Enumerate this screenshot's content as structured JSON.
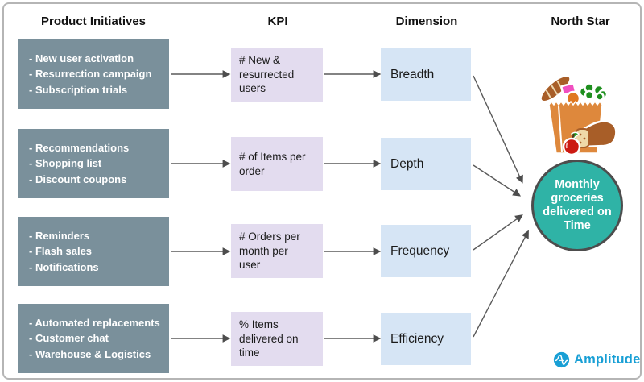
{
  "header": {
    "columns": [
      "Product Initiatives",
      "KPI",
      "Dimension",
      "North Star"
    ]
  },
  "rows": [
    {
      "initiatives": [
        "- New user activation",
        "- Resurrection campaign",
        "- Subscription trials"
      ],
      "kpi": "# New &\nresurrected\nusers",
      "dimension": "Breadth"
    },
    {
      "initiatives": [
        "- Recommendations",
        "- Shopping list",
        "- Discount coupons"
      ],
      "kpi": "# of Items per\norder",
      "dimension": "Depth"
    },
    {
      "initiatives": [
        "- Reminders",
        "- Flash sales",
        "- Notifications"
      ],
      "kpi": "# Orders per\nmonth per\nuser",
      "dimension": "Frequency"
    },
    {
      "initiatives": [
        "- Automated replacements",
        "- Customer chat",
        "- Warehouse & Logistics"
      ],
      "kpi": "% Items\ndelivered on\ntime",
      "dimension": "Efficiency"
    }
  ],
  "north_star": {
    "label": "Monthly\ngroceries\ndelivered on\nTime",
    "icon": "grocery-bag-icon"
  },
  "branding": {
    "logo_text": "Amplitude"
  },
  "colors": {
    "initiative_box": "#7A909B",
    "kpi_box": "#E3DCEF",
    "dimension_box": "#D6E5F5",
    "north_star_circle": "#2FB3A6",
    "circle_border": "#4D4D4D",
    "arrow": "#555555",
    "logo_blue": "#189FD5",
    "bag_orange": "#DE883C"
  }
}
